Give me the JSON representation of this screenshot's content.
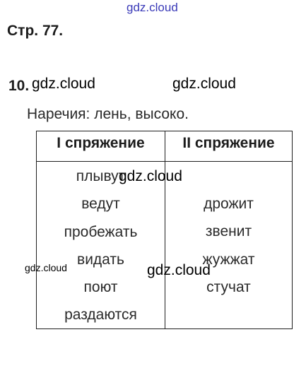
{
  "watermarks": {
    "top": "gdz.cloud",
    "header_left": "gdz.cloud",
    "header_right": "gdz.cloud",
    "table_upper": "gdz.cloud",
    "table_lower": "gdz.cloud",
    "side_small": "gdz.cloud"
  },
  "page": {
    "title": "Стр. 77."
  },
  "task": {
    "number": "10.",
    "intro": "Наречия: лень, высоко."
  },
  "table": {
    "headers": [
      "I спряжение",
      "II спряжение"
    ],
    "column_1": [
      "плывут",
      "ведут",
      "пробежать",
      "видать",
      "поют",
      "раздаются"
    ],
    "column_2": [
      "дрожит",
      "звенит",
      "жужжат",
      "стучат"
    ]
  }
}
